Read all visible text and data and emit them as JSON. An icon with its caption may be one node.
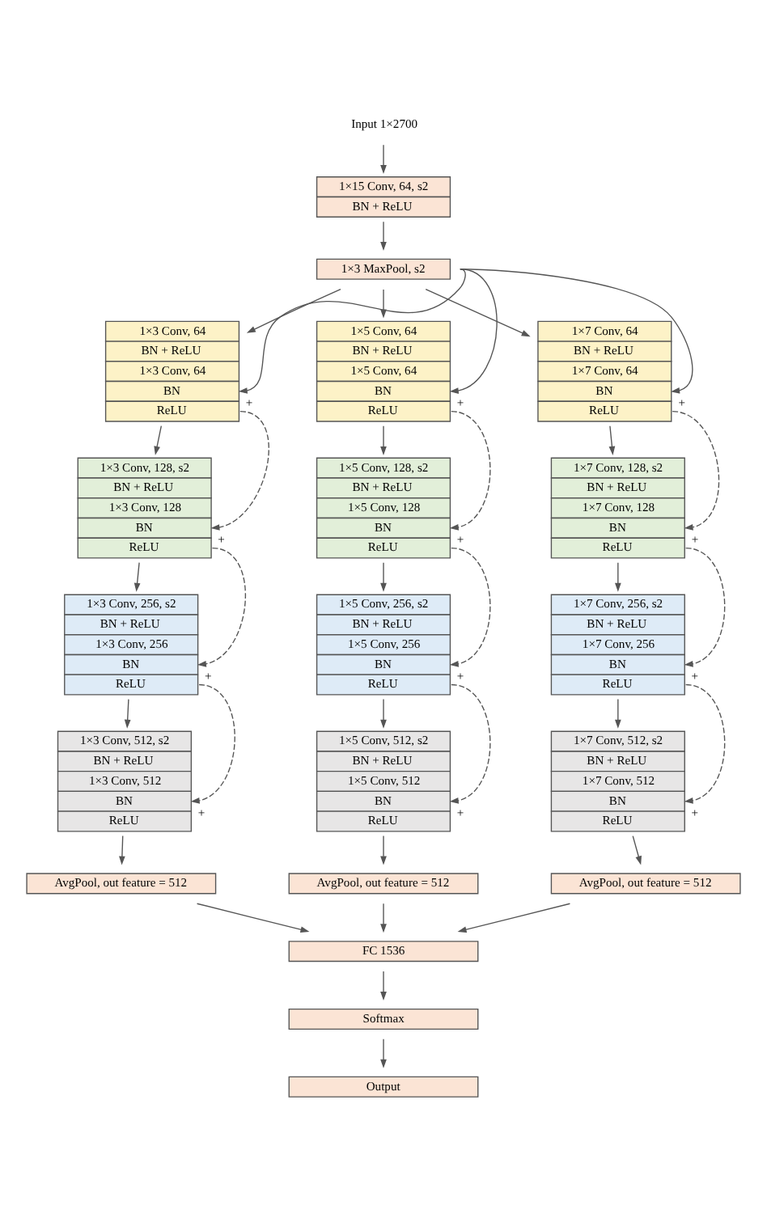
{
  "diagram": {
    "nodes": [
      {
        "text": [
          "Input 1×2700"
        ]
      },
      {
        "text": [
          "1×15 Conv, 64, s2",
          "BN + ReLU"
        ]
      },
      {
        "text": [
          "1×3 MaxPool, s2"
        ]
      },
      {
        "text": [
          "1×3 Conv, 64",
          "BN + ReLU",
          "1×3 Conv, 64",
          "BN",
          "ReLU"
        ]
      },
      {
        "text": [
          "1×5 Conv, 64",
          "BN + ReLU",
          "1×5 Conv, 64",
          "BN",
          "ReLU"
        ]
      },
      {
        "text": [
          "1×7 Conv, 64",
          "BN + ReLU",
          "1×7 Conv, 64",
          "BN",
          "ReLU"
        ]
      },
      {
        "text": [
          "1×3 Conv, 128, s2",
          "BN + ReLU",
          "1×3 Conv, 128",
          "BN",
          "ReLU"
        ]
      },
      {
        "text": [
          "1×5 Conv, 128, s2",
          "BN + ReLU",
          "1×5 Conv, 128",
          "BN",
          "ReLU"
        ]
      },
      {
        "text": [
          "1×7 Conv, 128, s2",
          "BN + ReLU",
          "1×7 Conv, 128",
          "BN",
          "ReLU"
        ]
      },
      {
        "text": [
          "1×3 Conv, 256, s2",
          "BN + ReLU",
          "1×3 Conv, 256",
          "BN",
          "ReLU"
        ]
      },
      {
        "text": [
          "1×5 Conv, 256, s2",
          "BN + ReLU",
          "1×5 Conv, 256",
          "BN",
          "ReLU"
        ]
      },
      {
        "text": [
          "1×7 Conv, 256, s2",
          "BN + ReLU",
          "1×7 Conv, 256",
          "BN",
          "ReLU"
        ]
      },
      {
        "text": [
          "1×3 Conv, 512, s2",
          "BN + ReLU",
          "1×3 Conv, 512",
          "BN",
          "ReLU"
        ]
      },
      {
        "text": [
          "1×5 Conv, 512, s2",
          "BN + ReLU",
          "1×5 Conv, 512",
          "BN",
          "ReLU"
        ]
      },
      {
        "text": [
          "1×7 Conv, 512, s2",
          "BN + ReLU",
          "1×7 Conv, 512",
          "BN",
          "ReLU"
        ]
      },
      {
        "text": [
          "AvgPool, out feature = 512"
        ]
      },
      {
        "text": [
          "AvgPool, out feature = 512"
        ]
      },
      {
        "text": [
          "AvgPool, out feature = 512"
        ]
      },
      {
        "text": [
          "FC 1536"
        ]
      },
      {
        "text": [
          "Softmax"
        ]
      },
      {
        "text": [
          "Output"
        ]
      }
    ],
    "edges": [
      {
        "from": 0,
        "to": 1,
        "arrow": "to"
      },
      {
        "from": 1,
        "to": 2,
        "arrow": "to"
      },
      {
        "from": 2,
        "to": 3,
        "arrow": "to"
      },
      {
        "from": 2,
        "to": 3,
        "arrow": "to",
        "label": "+"
      },
      {
        "from": 2,
        "to": 4,
        "arrow": "to"
      },
      {
        "from": 2,
        "to": 4,
        "arrow": "to",
        "label": "+"
      },
      {
        "from": 2,
        "to": 5,
        "arrow": "to"
      },
      {
        "from": 2,
        "to": 5,
        "arrow": "to",
        "label": "+"
      },
      {
        "from": 3,
        "to": 6,
        "arrow": "to"
      },
      {
        "from": 3,
        "to": 6,
        "arrow": "to",
        "label": "+",
        "style": "dashed"
      },
      {
        "from": 4,
        "to": 7,
        "arrow": "to"
      },
      {
        "from": 4,
        "to": 7,
        "arrow": "to",
        "label": "+",
        "style": "dashed"
      },
      {
        "from": 5,
        "to": 8,
        "arrow": "to"
      },
      {
        "from": 5,
        "to": 8,
        "arrow": "to",
        "label": "+",
        "style": "dashed"
      },
      {
        "from": 6,
        "to": 9,
        "arrow": "to"
      },
      {
        "from": 6,
        "to": 9,
        "arrow": "to",
        "label": "+",
        "style": "dashed"
      },
      {
        "from": 7,
        "to": 10,
        "arrow": "to"
      },
      {
        "from": 7,
        "to": 10,
        "arrow": "to",
        "label": "+",
        "style": "dashed"
      },
      {
        "from": 8,
        "to": 11,
        "arrow": "to"
      },
      {
        "from": 8,
        "to": 11,
        "arrow": "to",
        "label": "+",
        "style": "dashed"
      },
      {
        "from": 9,
        "to": 12,
        "arrow": "to"
      },
      {
        "from": 9,
        "to": 12,
        "arrow": "to",
        "label": "+",
        "style": "dashed"
      },
      {
        "from": 10,
        "to": 13,
        "arrow": "to"
      },
      {
        "from": 10,
        "to": 13,
        "arrow": "to",
        "label": "+",
        "style": "dashed"
      },
      {
        "from": 11,
        "to": 14,
        "arrow": "to"
      },
      {
        "from": 11,
        "to": 14,
        "arrow": "to",
        "label": "+",
        "style": "dashed"
      },
      {
        "from": 12,
        "to": 15,
        "arrow": "to"
      },
      {
        "from": 13,
        "to": 16,
        "arrow": "to"
      },
      {
        "from": 14,
        "to": 17,
        "arrow": "to"
      },
      {
        "from": 15,
        "to": 18,
        "arrow": "to"
      },
      {
        "from": 16,
        "to": 18,
        "arrow": "to"
      },
      {
        "from": 17,
        "to": 18,
        "arrow": "to"
      },
      {
        "from": 18,
        "to": 19,
        "arrow": "to"
      },
      {
        "from": 19,
        "to": 20,
        "arrow": "to"
      }
    ]
  }
}
